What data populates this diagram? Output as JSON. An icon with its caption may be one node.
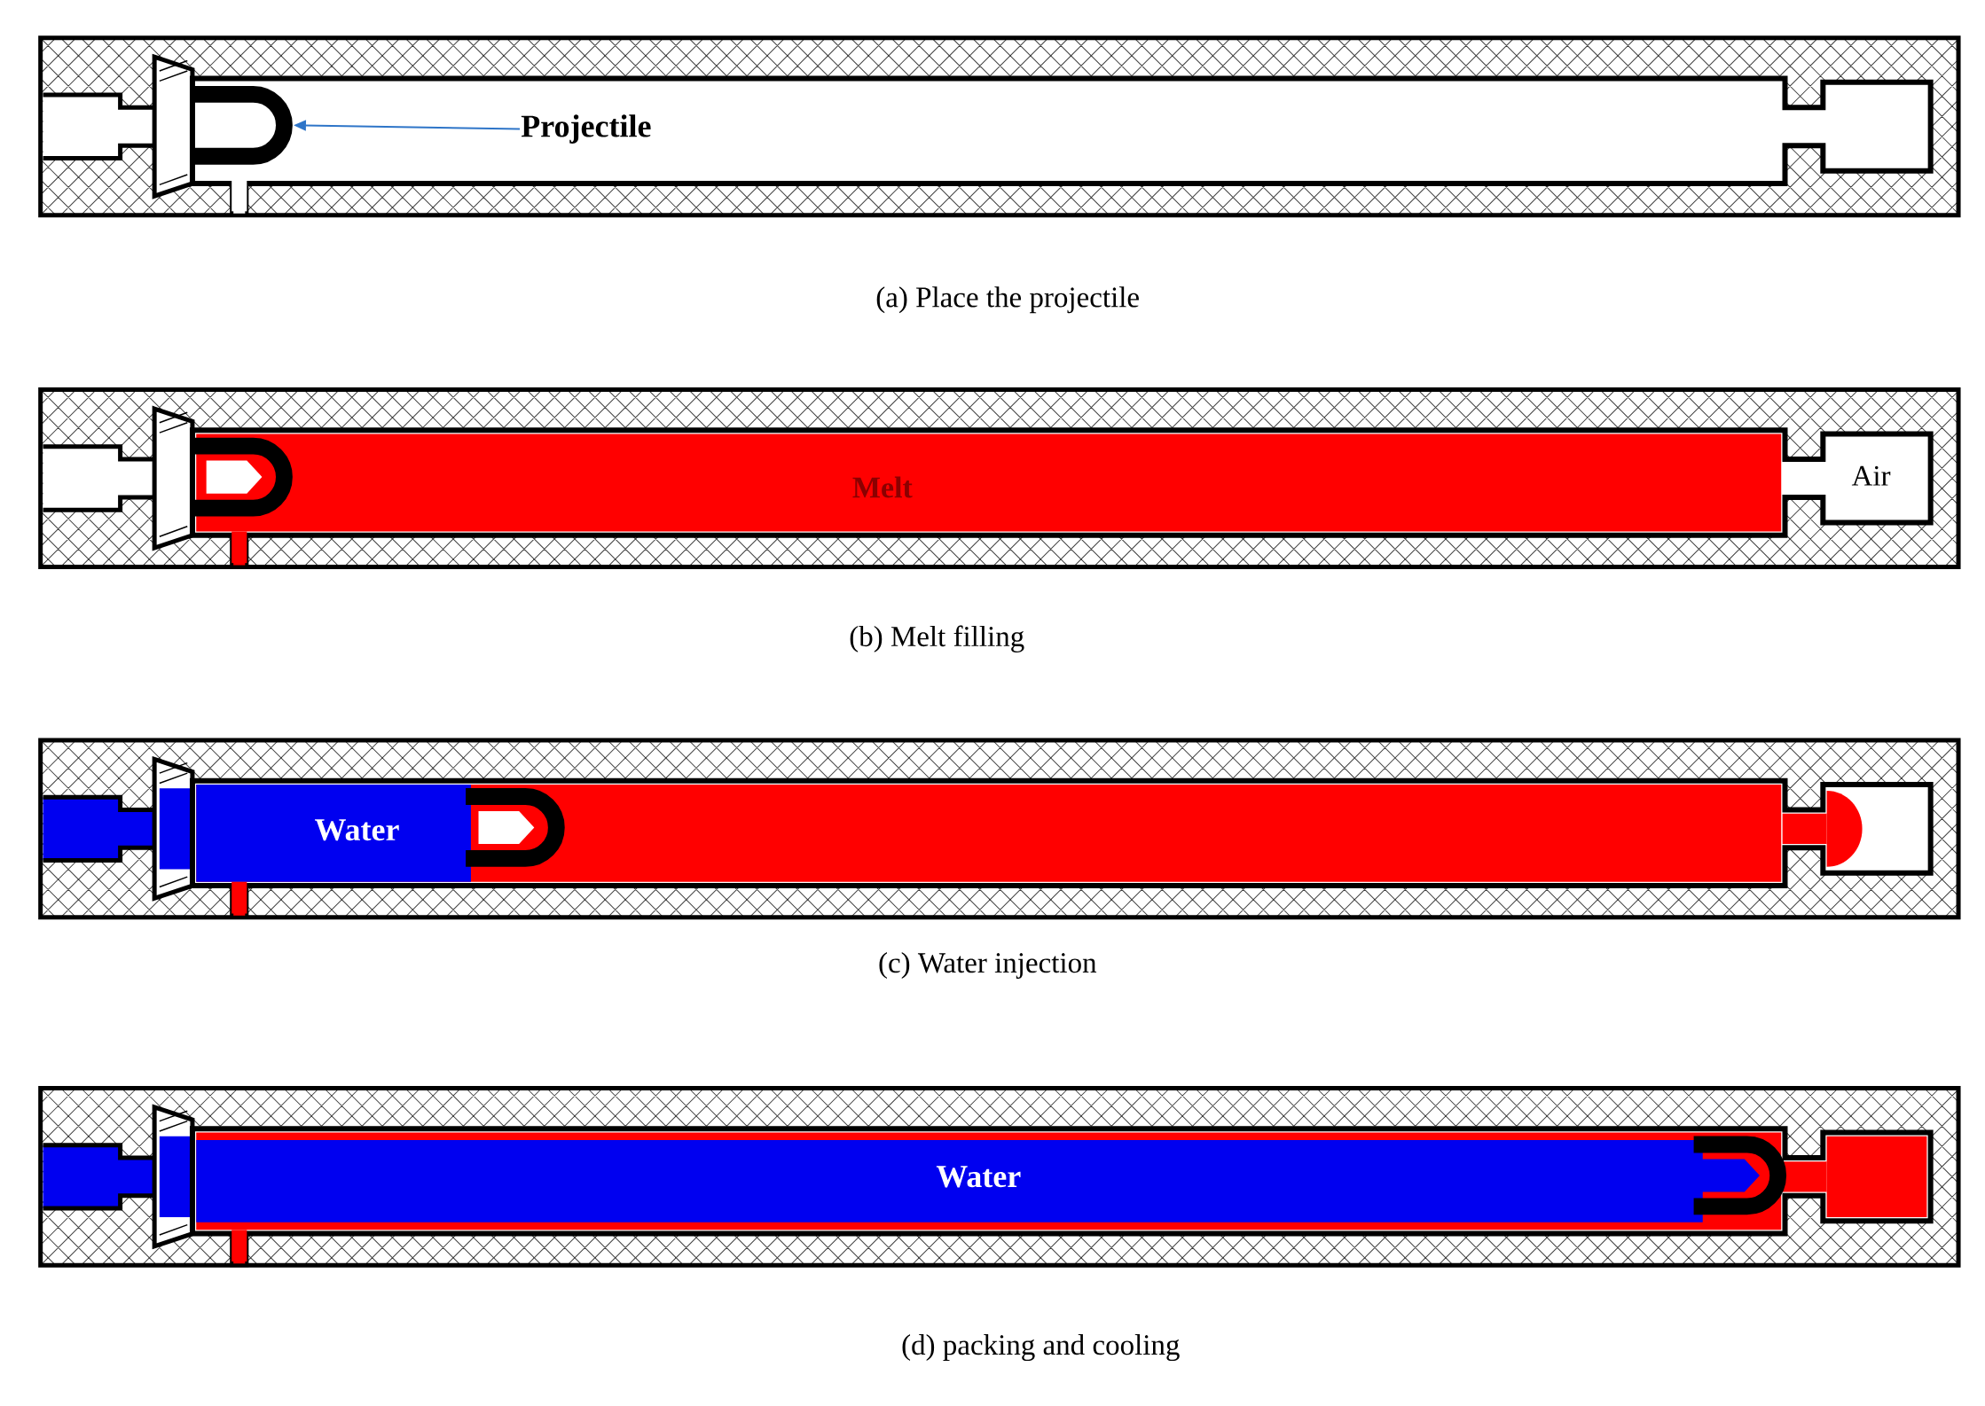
{
  "diagram": {
    "nodes": [
      {
        "text": [
          "Projectile"
        ]
      },
      {
        "text": [],
        "shape": "projectile"
      }
    ],
    "edges": [
      {
        "from": 0,
        "to": 1,
        "arrow": "to",
        "color": "#2e75c8"
      }
    ],
    "labels": [
      "(a) Place the projectile",
      "Melt",
      "Air",
      "(b) Melt filling",
      "Water",
      "(c) Water injection",
      "Water",
      "(d) packing and cooling"
    ]
  }
}
